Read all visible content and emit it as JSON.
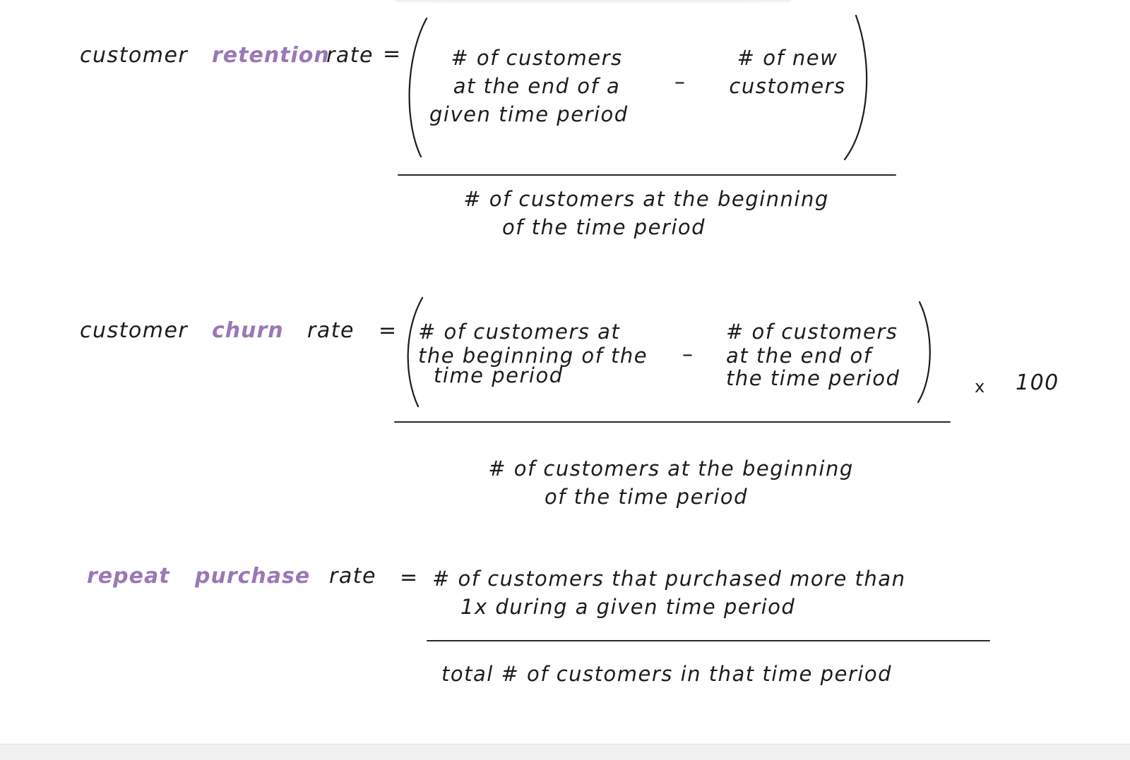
{
  "formulas": {
    "retention": {
      "lhs": {
        "word1": "customer",
        "highlight": "retention",
        "word2": "rate"
      },
      "equals": "=",
      "term_a": [
        "# of customers",
        "at the end of a",
        "given time period"
      ],
      "minus": "–",
      "term_b": [
        "# of new",
        "customers"
      ],
      "denominator": [
        "# of customers at the beginning",
        "of the time period"
      ]
    },
    "churn": {
      "lhs": {
        "word1": "customer",
        "highlight": "churn",
        "word2": "rate"
      },
      "equals": "=",
      "term_a": [
        "# of customers at",
        "the beginning of the",
        "time period"
      ],
      "minus": "–",
      "term_b": [
        "# of customers",
        "at the end of",
        "the time period"
      ],
      "multiply": "x",
      "factor": "100",
      "denominator": [
        "# of customers at the beginning",
        "of the time period"
      ]
    },
    "repeat_purchase": {
      "lhs": {
        "highlight1": "repeat",
        "highlight2": "purchase",
        "word": "rate"
      },
      "equals": "=",
      "numerator": [
        "# of customers that purchased more than",
        "1x during a given time period"
      ],
      "denominator": "total # of customers in that time period"
    }
  },
  "colors": {
    "ink": "#1c1c1c",
    "highlight": "#9a78b5",
    "background": "#ffffff"
  }
}
